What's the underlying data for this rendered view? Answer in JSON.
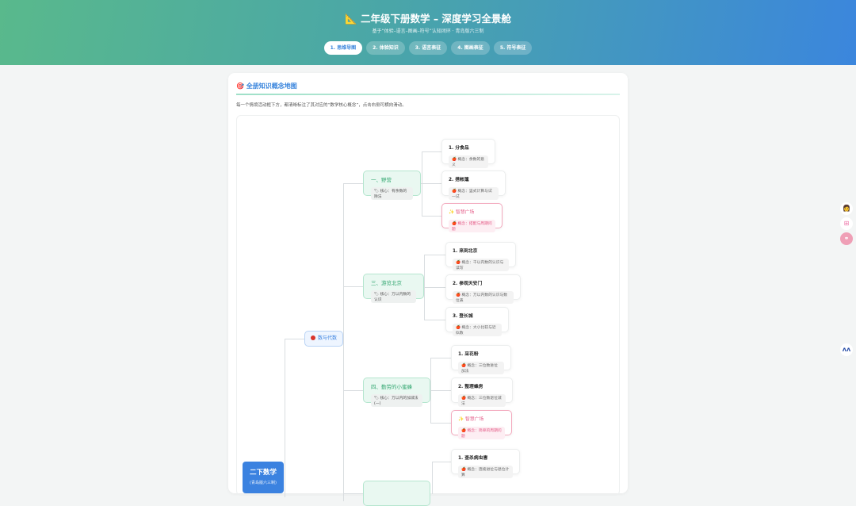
{
  "header": {
    "title": "📐 二年级下册数学 – 深度学习全景舱",
    "subtitle": "基于“体验–语言–图画–符号”认知闭环 · 青岛版六三制",
    "tabs": [
      "1. 思维导图",
      "2. 体验知识",
      "3. 语言表征",
      "4. 图画表征",
      "5. 符号表征"
    ],
    "active_tab": 0
  },
  "card": {
    "title": "🎯 全册知识概念地图",
    "desc": "每一个情境活动框下方，都清晰标注了其对应的“数学核心概念”，点击右侧可横向滑动。"
  },
  "map": {
    "root": {
      "title": "二下数学",
      "sub": "(青岛版六三制)"
    },
    "domain": "数与代数",
    "units": [
      {
        "title": "一、野营",
        "core": "🏷 核心：有余数的除法",
        "items": [
          {
            "title": "1. 分食品",
            "concept": "🍎 概念：余数的意义"
          },
          {
            "title": "2. 搭帐篷",
            "concept": "🍎 概念：竖式计算与试一试"
          },
          {
            "title": "✨ 智慧广场",
            "concept": "🍎 概念：搭配与周期问题",
            "special": true
          }
        ]
      },
      {
        "title": "三、游览北京",
        "core": "🏷 核心：万以内数的认识",
        "items": [
          {
            "title": "1. 来到北京",
            "concept": "🍎 概念：千以内数的认识与读写"
          },
          {
            "title": "2. 参观天安门",
            "concept": "🍎 概念：万以内数的认识与数位表"
          },
          {
            "title": "3. 登长城",
            "concept": "🍎 概念：大小比较与近似数"
          }
        ]
      },
      {
        "title": "四、勤劳的小蜜蜂",
        "core": "🏷 核心：万以内的加减法(一)",
        "items": [
          {
            "title": "1. 采花粉",
            "concept": "🍎 概念：三位数进位加法"
          },
          {
            "title": "2. 整理蜂房",
            "concept": "🍎 概念：三位数退位减法"
          },
          {
            "title": "✨ 智慧广场",
            "concept": "🍎 概念：简单的周期问题",
            "special": true
          }
        ]
      },
      {
        "items": [
          {
            "title": "1. 查杀病虫害",
            "concept": "🍎 概念：连续进位与退位计算"
          }
        ]
      }
    ]
  },
  "side_icons": [
    "avatar",
    "grid-icon",
    "share-icon",
    "logo-icon"
  ]
}
